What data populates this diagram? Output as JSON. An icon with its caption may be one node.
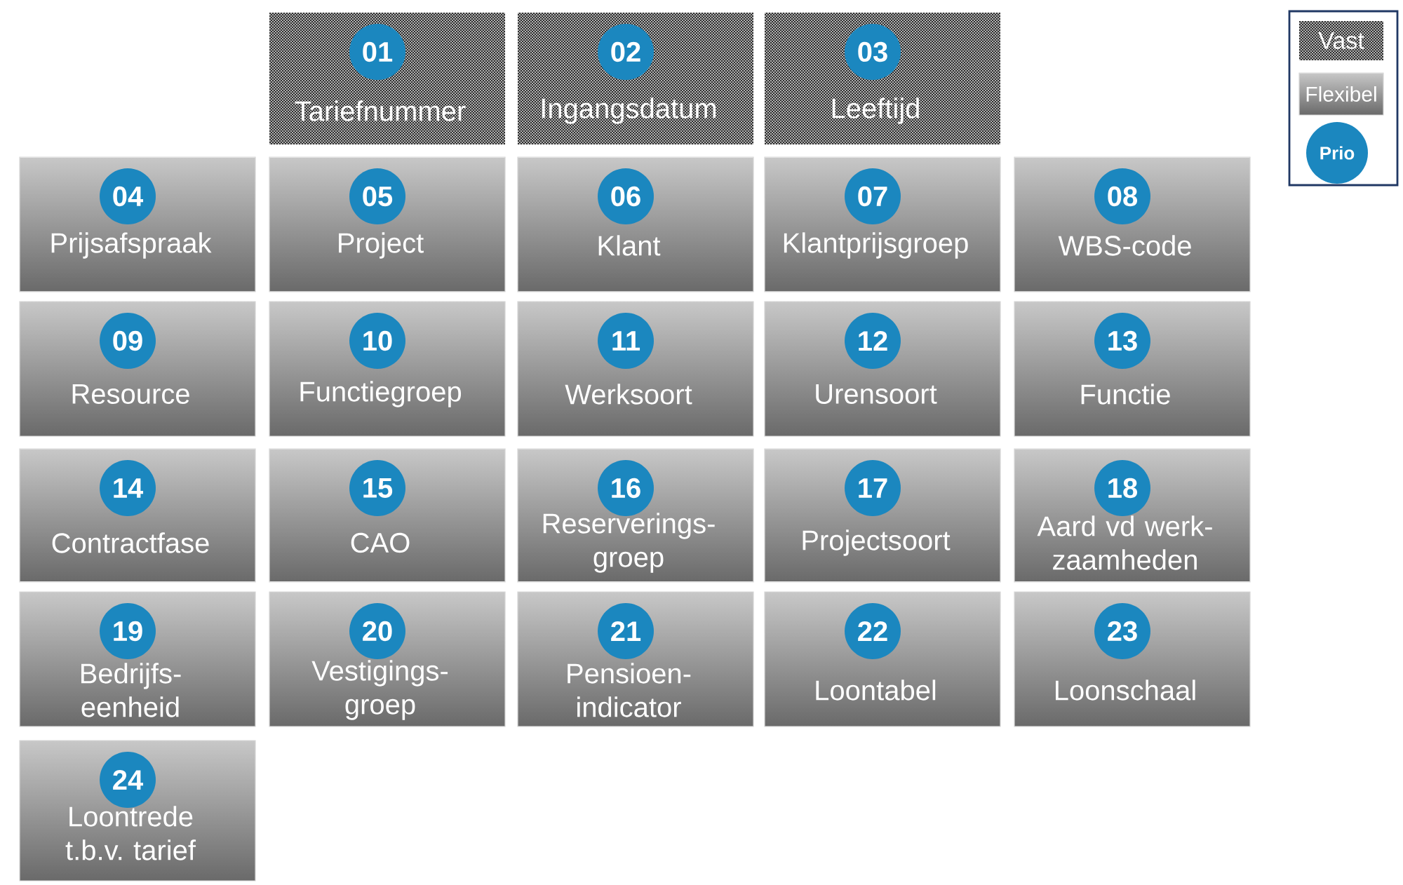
{
  "diagram": {
    "nodes": [
      {
        "text": [
          "Tariefnummer"
        ]
      },
      {
        "text": [
          "01"
        ],
        "in": 0
      },
      {
        "text": [
          "Ingangsdatum"
        ]
      },
      {
        "text": [
          "02"
        ],
        "in": 2
      },
      {
        "text": [
          "Leeftijd"
        ]
      },
      {
        "text": [
          "03"
        ],
        "in": 4
      },
      {
        "text": [
          "Prijsafspraak"
        ]
      },
      {
        "text": [
          "04"
        ],
        "in": 6
      },
      {
        "text": [
          "Project"
        ]
      },
      {
        "text": [
          "05"
        ],
        "in": 8
      },
      {
        "text": [
          "Klant"
        ]
      },
      {
        "text": [
          "06"
        ],
        "in": 10
      },
      {
        "text": [
          "Klantprijsgroep"
        ]
      },
      {
        "text": [
          "07"
        ],
        "in": 12
      },
      {
        "text": [
          "WBS-code"
        ]
      },
      {
        "text": [
          "08"
        ],
        "in": 14
      },
      {
        "text": [
          "Resource"
        ]
      },
      {
        "text": [
          "09"
        ],
        "in": 16
      },
      {
        "text": [
          "Functiegroep"
        ]
      },
      {
        "text": [
          "10"
        ],
        "in": 18
      },
      {
        "text": [
          "Werksoort"
        ]
      },
      {
        "text": [
          "11"
        ],
        "in": 20
      },
      {
        "text": [
          "Urensoort"
        ]
      },
      {
        "text": [
          "12"
        ],
        "in": 22
      },
      {
        "text": [
          "Functie"
        ]
      },
      {
        "text": [
          "13"
        ],
        "in": 24
      },
      {
        "text": [
          "Contractfase"
        ]
      },
      {
        "text": [
          "14"
        ],
        "in": 26
      },
      {
        "text": [
          "CAO"
        ]
      },
      {
        "text": [
          "15"
        ],
        "in": 28
      },
      {
        "text": [
          "Reserverings- groep"
        ]
      },
      {
        "text": [
          "16"
        ],
        "in": 30
      },
      {
        "text": [
          "Projectsoort"
        ]
      },
      {
        "text": [
          "17"
        ],
        "in": 32
      },
      {
        "text": [
          "Aard vd werk- zaamheden"
        ]
      },
      {
        "text": [
          "18"
        ],
        "in": 34
      },
      {
        "text": [
          "Bedrijfs- eenheid"
        ]
      },
      {
        "text": [
          "19"
        ],
        "in": 36
      },
      {
        "text": [
          "Vestigings- groep"
        ]
      },
      {
        "text": [
          "20"
        ],
        "in": 38
      },
      {
        "text": [
          "Pensioen- indicator"
        ]
      },
      {
        "text": [
          "21"
        ],
        "in": 40
      },
      {
        "text": [
          "Loontabel"
        ]
      },
      {
        "text": [
          "22"
        ],
        "in": 42
      },
      {
        "text": [
          "Loonschaal"
        ]
      },
      {
        "text": [
          "23"
        ],
        "in": 44
      },
      {
        "text": [
          "Loontrede t.b.v. tarief"
        ]
      },
      {
        "text": [
          "24"
        ],
        "in": 46
      }
    ],
    "legend": [
      {
        "text": "Vast"
      },
      {
        "text": "Flexibel"
      },
      {
        "text": "Prio",
        "color": "#1b87bf"
      }
    ]
  }
}
